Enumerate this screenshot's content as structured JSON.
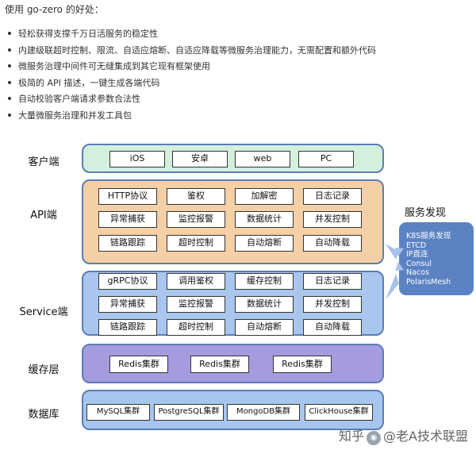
{
  "intro": "使用 go-zero 的好处：",
  "features": [
    "轻松获得支撑千万日活服务的稳定性",
    "内建级联超时控制、限流、自适应熔断、自适应降载等微服务治理能力，无需配置和额外代码",
    "微服务治理中间件可无缝集成到其它现有框架使用",
    "极简的 API 描述，一键生成各端代码",
    "自动校验客户端请求参数合法性",
    "大量微服务治理和并发工具包"
  ],
  "layers": {
    "client": {
      "label": "客户端",
      "items": [
        "iOS",
        "安卓",
        "web",
        "PC"
      ]
    },
    "api": {
      "label": "API端",
      "items": [
        "HTTP协议",
        "鉴权",
        "加解密",
        "日志记录",
        "异常捕获",
        "监控报警",
        "数据统计",
        "并发控制",
        "链路跟踪",
        "超时控制",
        "自动熔断",
        "自动降载"
      ]
    },
    "service": {
      "label": "Service端",
      "items": [
        "gRPC协议",
        "调用鉴权",
        "缓存控制",
        "日志记录",
        "异常捕获",
        "监控报警",
        "数据统计",
        "并发控制",
        "链路跟踪",
        "超时控制",
        "自动熔断",
        "自动降载"
      ]
    },
    "cache": {
      "label": "缓存层",
      "items": [
        "Redis集群",
        "Redis集群",
        "Redis集群"
      ]
    },
    "db": {
      "label": "数据库",
      "items": [
        "MySQL集群",
        "PostgreSQL集群",
        "MongoDB集群",
        "ClickHouse集群"
      ]
    }
  },
  "discovery": {
    "title": "服务发现",
    "items": [
      "K8S服务发现",
      "ETCD",
      "IP直连",
      "Consul",
      "Nacos",
      "PolarisMesh"
    ]
  },
  "watermark": {
    "prefix": "知乎",
    "handle": "@老A技术联盟",
    "icon": "user-avatar-icon"
  },
  "colors": {
    "client_bg": "#d3f0dd",
    "api_bg": "#f5cfa6",
    "service_bg": "#a9c7ee",
    "cache_bg": "#a59bdf",
    "db_bg": "#a6c6ee",
    "border": "#5b7db6",
    "discovery_bg": "#5b83c4",
    "arrow": "#a6c3ea"
  }
}
